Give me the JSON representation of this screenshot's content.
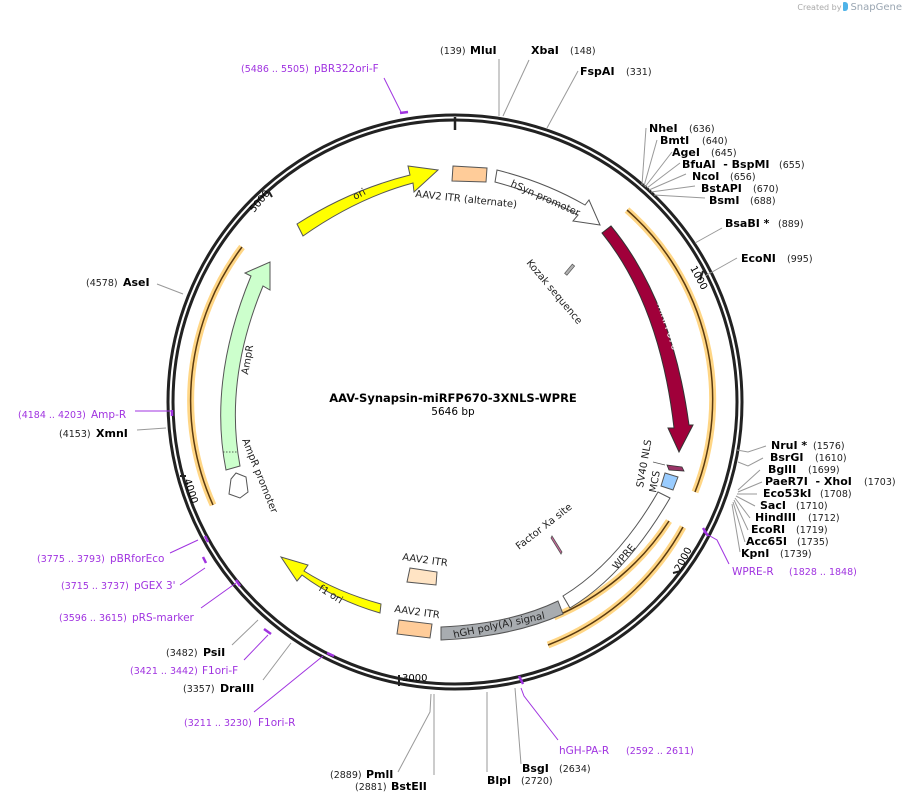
{
  "credit": {
    "prefix": "Created by",
    "brand": "SnapGene"
  },
  "plasmid": {
    "name": "AAV-Synapsin-miRFP670-3XNLS-WPRE",
    "size": "5646 bp",
    "length": 5646
  },
  "ticks": [
    "1000",
    "2000",
    "3000",
    "4000",
    "5000"
  ],
  "features": [
    {
      "name": "ori",
      "color": "#ffff00"
    },
    {
      "name": "AAV2 ITR (alternate)",
      "color": "#ffcc99"
    },
    {
      "name": "hSyn promoter",
      "color": "#ffffff"
    },
    {
      "name": "miRFP670",
      "color": "#a0003a"
    },
    {
      "name": "Kozak sequence",
      "color": "#b0b0b0"
    },
    {
      "name": "SV40 NLS",
      "color": "#993366"
    },
    {
      "name": "MCS",
      "color": "#99ccff"
    },
    {
      "name": "WPRE",
      "color": "#ffffff"
    },
    {
      "name": "Factor Xa site",
      "color": "#cc6699"
    },
    {
      "name": "hGH poly(A) signal",
      "color": "#a8acb0"
    },
    {
      "name": "AAV2 ITR",
      "color": "#ffcc99"
    },
    {
      "name": "AAV2 ITR",
      "color": "#ffe4c4"
    },
    {
      "name": "f1 ori",
      "color": "#ffff00"
    },
    {
      "name": "AmpR promoter",
      "color": "#ffffff"
    },
    {
      "name": "AmpR",
      "color": "#ccffcc"
    }
  ],
  "enzymes": [
    {
      "name": "MluI",
      "pos": "(139)"
    },
    {
      "name": "XbaI",
      "pos": "(148)"
    },
    {
      "name": "FspAI",
      "pos": "(331)"
    },
    {
      "name": "NheI",
      "pos": "(636)"
    },
    {
      "name": "BmtI",
      "pos": "(640)"
    },
    {
      "name": "AgeI",
      "pos": "(645)"
    },
    {
      "name": "BfuAI  - BspMI",
      "pos": "(655)"
    },
    {
      "name": "NcoI",
      "pos": "(656)"
    },
    {
      "name": "BstAPI",
      "pos": "(670)"
    },
    {
      "name": "BsmI",
      "pos": "(688)"
    },
    {
      "name": "BsaBI *",
      "pos": "(889)"
    },
    {
      "name": "EcoNI",
      "pos": "(995)"
    },
    {
      "name": "NruI *",
      "pos": "(1576)"
    },
    {
      "name": "BsrGI",
      "pos": "(1610)"
    },
    {
      "name": "BglII",
      "pos": "(1699)"
    },
    {
      "name": "PaeR7I  - XhoI",
      "pos": "(1703)"
    },
    {
      "name": "Eco53kI",
      "pos": "(1708)"
    },
    {
      "name": "SacI",
      "pos": "(1710)"
    },
    {
      "name": "HindIII",
      "pos": "(1712)"
    },
    {
      "name": "EcoRI",
      "pos": "(1719)"
    },
    {
      "name": "Acc65I",
      "pos": "(1735)"
    },
    {
      "name": "KpnI",
      "pos": "(1739)"
    },
    {
      "name": "BsgI",
      "pos": "(2634)"
    },
    {
      "name": "BlpI",
      "pos": "(2720)"
    },
    {
      "name": "BstEII",
      "pos": "(2881)"
    },
    {
      "name": "PmlI",
      "pos": "(2889)"
    },
    {
      "name": "DraIII",
      "pos": "(3357)"
    },
    {
      "name": "PsiI",
      "pos": "(3482)"
    },
    {
      "name": "XmnI",
      "pos": "(4153)"
    },
    {
      "name": "AseI",
      "pos": "(4578)"
    }
  ],
  "primers": [
    {
      "name": "pBR322ori-F",
      "range": "(5486 .. 5505)"
    },
    {
      "name": "WPRE-R",
      "range": "(1828 .. 1848)"
    },
    {
      "name": "hGH-PA-R",
      "range": "(2592 .. 2611)"
    },
    {
      "name": "F1ori-R",
      "range": "(3211 .. 3230)"
    },
    {
      "name": "F1ori-F",
      "range": "(3421 .. 3442)"
    },
    {
      "name": "pRS-marker",
      "range": "(3596 .. 3615)"
    },
    {
      "name": "pGEX 3'",
      "range": "(3715 .. 3737)"
    },
    {
      "name": "pBRforEco",
      "range": "(3775 .. 3793)"
    },
    {
      "name": "Amp-R",
      "range": "(4184 .. 4203)"
    }
  ]
}
